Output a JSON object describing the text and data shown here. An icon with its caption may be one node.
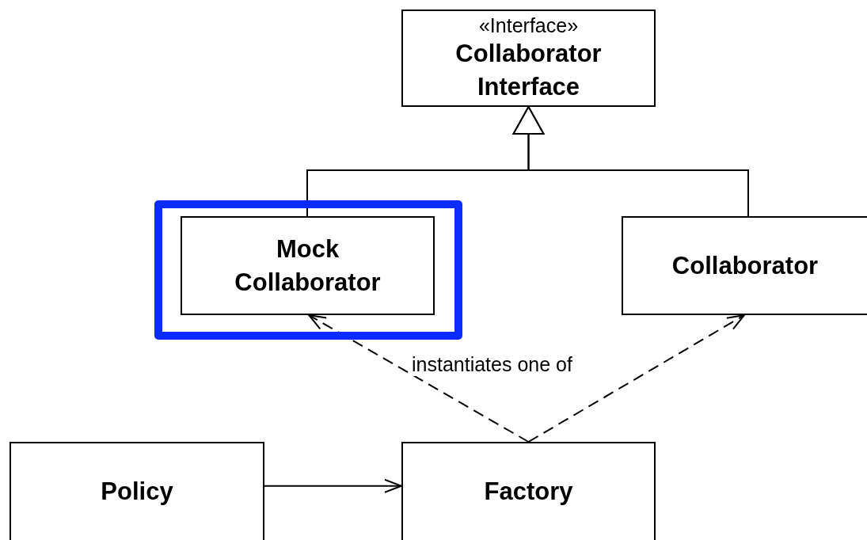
{
  "diagram": {
    "nodes": [
      {
        "text": [
          "«Interface»",
          "Collaborator Interface"
        ]
      },
      {
        "text": [],
        "shape": "box"
      },
      {
        "text": [
          "Mock Collaborator"
        ],
        "in": 1
      },
      {
        "text": [
          "Collaborator"
        ]
      },
      {
        "text": [
          "Policy"
        ]
      },
      {
        "text": [
          "Factory"
        ]
      }
    ],
    "edges": [
      {
        "from": 2,
        "to": 0,
        "arrow": "to"
      },
      {
        "from": 3,
        "to": 0,
        "arrow": "to"
      },
      {
        "from": 5,
        "to": 2,
        "arrow": "to",
        "style": "dashed",
        "label": "instantiates one of"
      },
      {
        "from": 5,
        "to": 3,
        "arrow": "to",
        "style": "dashed"
      },
      {
        "from": 4,
        "to": 5,
        "arrow": "to"
      }
    ]
  }
}
